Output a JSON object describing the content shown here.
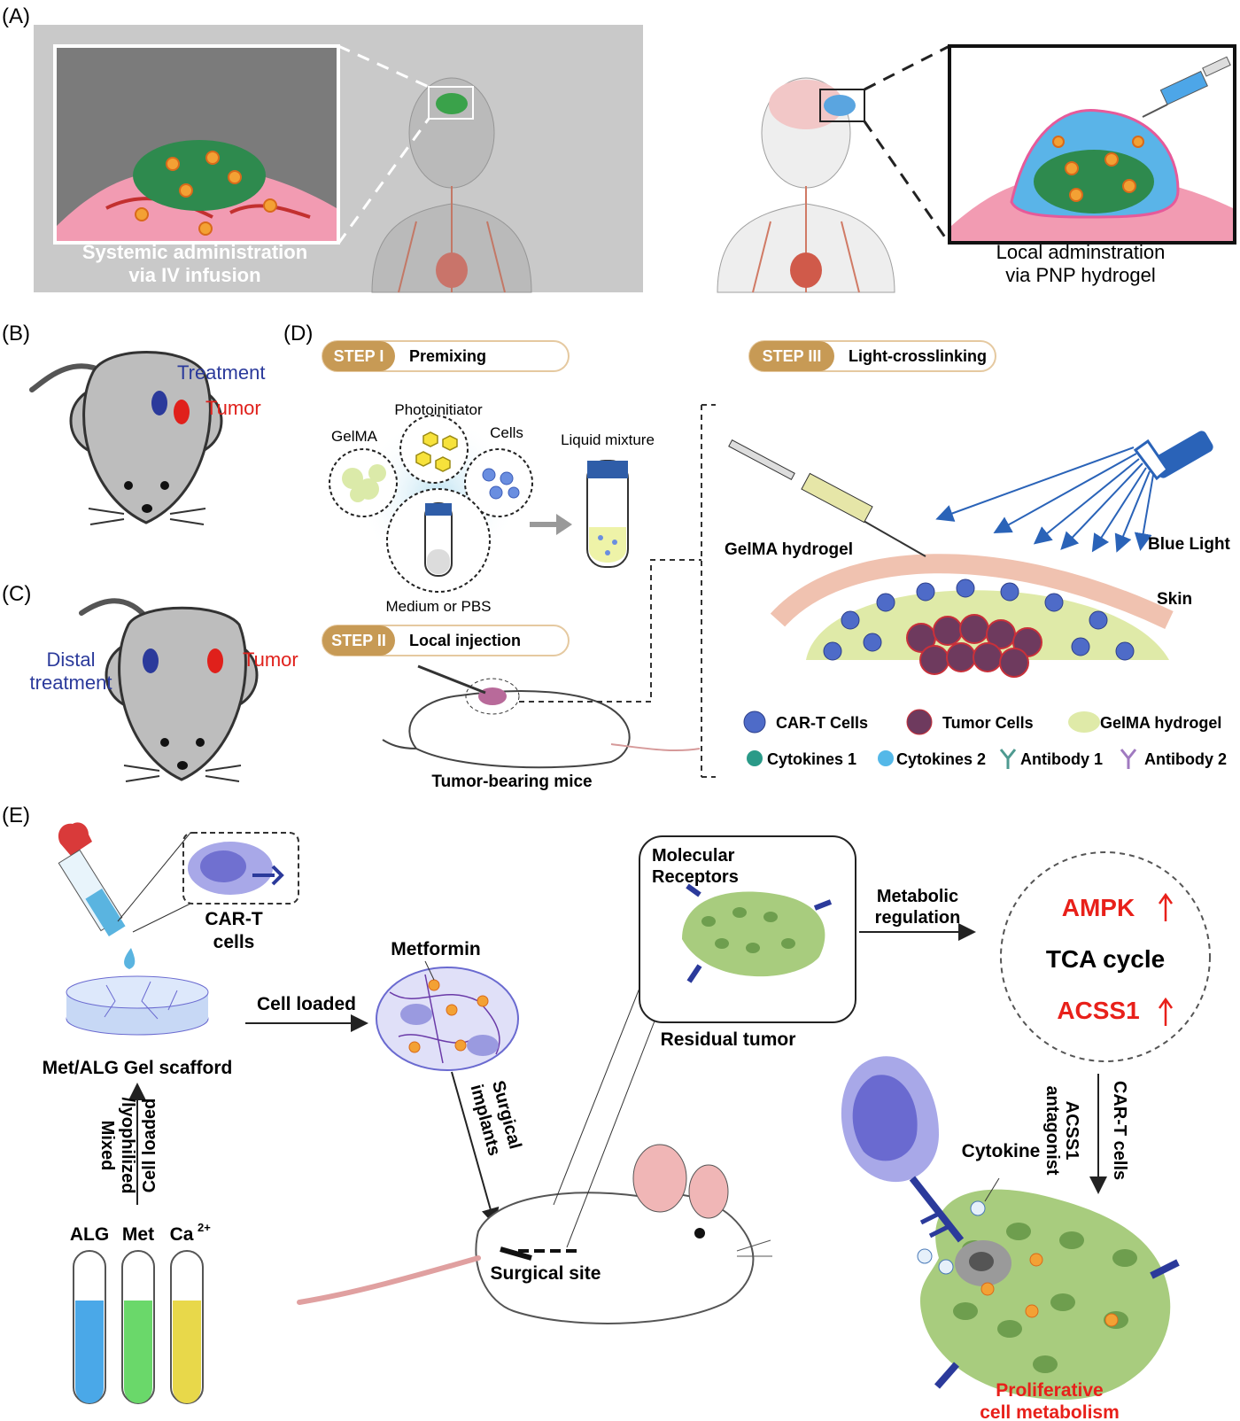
{
  "panels": {
    "a": "(A)",
    "b": "(B)",
    "c": "(C)",
    "d": "(D)",
    "e": "(E)"
  },
  "panelA": {
    "systemic_line1": "Systemic administration",
    "systemic_line2": "via IV infusion",
    "local_line1": "Local adminstration",
    "local_line2": "via PNP hydrogel"
  },
  "panelB": {
    "treatment": "Treatment",
    "tumor": "Tumor"
  },
  "panelC": {
    "distal_line1": "Distal",
    "distal_line2": "treatment",
    "tumor": "Tumor"
  },
  "panelD": {
    "step1_tag": "STEP I",
    "step1_label": "Premixing",
    "step2_tag": "STEP II",
    "step2_label": "Local injection",
    "step3_tag": "STEP III",
    "step3_label": "Light-crosslinking",
    "photoinitiator": "Photoinitiator",
    "gelma": "GelMA",
    "cells": "Cells",
    "liquid_mixture": "Liquid mixture",
    "medium": "Medium or PBS",
    "tumor_mice": "Tumor-bearing mice",
    "gelma_hydrogel": "GelMA hydrogel",
    "blue_light": "Blue Light",
    "skin": "Skin",
    "legend": {
      "cart": "CAR-T Cells",
      "tumor_cells": "Tumor Cells",
      "gelma_hydrogel": "GelMA hydrogel",
      "cytokines1": "Cytokines 1",
      "cytokines2": "Cytokines 2",
      "antibody1": "Antibody 1",
      "antibody2": "Antibody 2"
    }
  },
  "panelE": {
    "cart_line1": "CAR-T",
    "cart_line2": "cells",
    "scaffold": "Met/ALG Gel scafford",
    "cell_loaded": "Cell loaded",
    "metformin": "Metformin",
    "mixed_line1": "Mixed",
    "mixed_line2": "/lyophilized",
    "cell_loaded_vertical": "Cell loaded",
    "tube_alg": "ALG",
    "tube_met": "Met",
    "tube_ca": "Ca",
    "tube_ca_sup": "2+",
    "surgical_line1": "Surgical",
    "surgical_line2": "implants",
    "surgical_site": "Surgical site",
    "molecular_line1": "Molecular",
    "molecular_line2": "Receptors",
    "residual_tumor": "Residual tumor",
    "metabolic_line1": "Metabolic",
    "metabolic_line2": "regulation",
    "ampk": "AMPK",
    "tca": "TCA cycle",
    "acss1": "ACSS1",
    "acss1_antag_line1": "ACSS1",
    "acss1_antag_line2": "antagonist",
    "cart_cells_vertical": "CAR-T cells",
    "cytokine": "Cytokine",
    "prolif_line1": "Proliferative",
    "prolif_line2": "cell metabolism"
  },
  "colors": {
    "panelA_gray": "#c8c8c8",
    "step_tag": "#c79a55",
    "treatment_blue": "#2b3a9b",
    "tumor_red": "#e0201b",
    "ampk_red": "#e8201a",
    "blue_light": "#2a63b8",
    "gelma_green": "#dfeaa8",
    "tumor_purple": "#6e3a5e"
  }
}
